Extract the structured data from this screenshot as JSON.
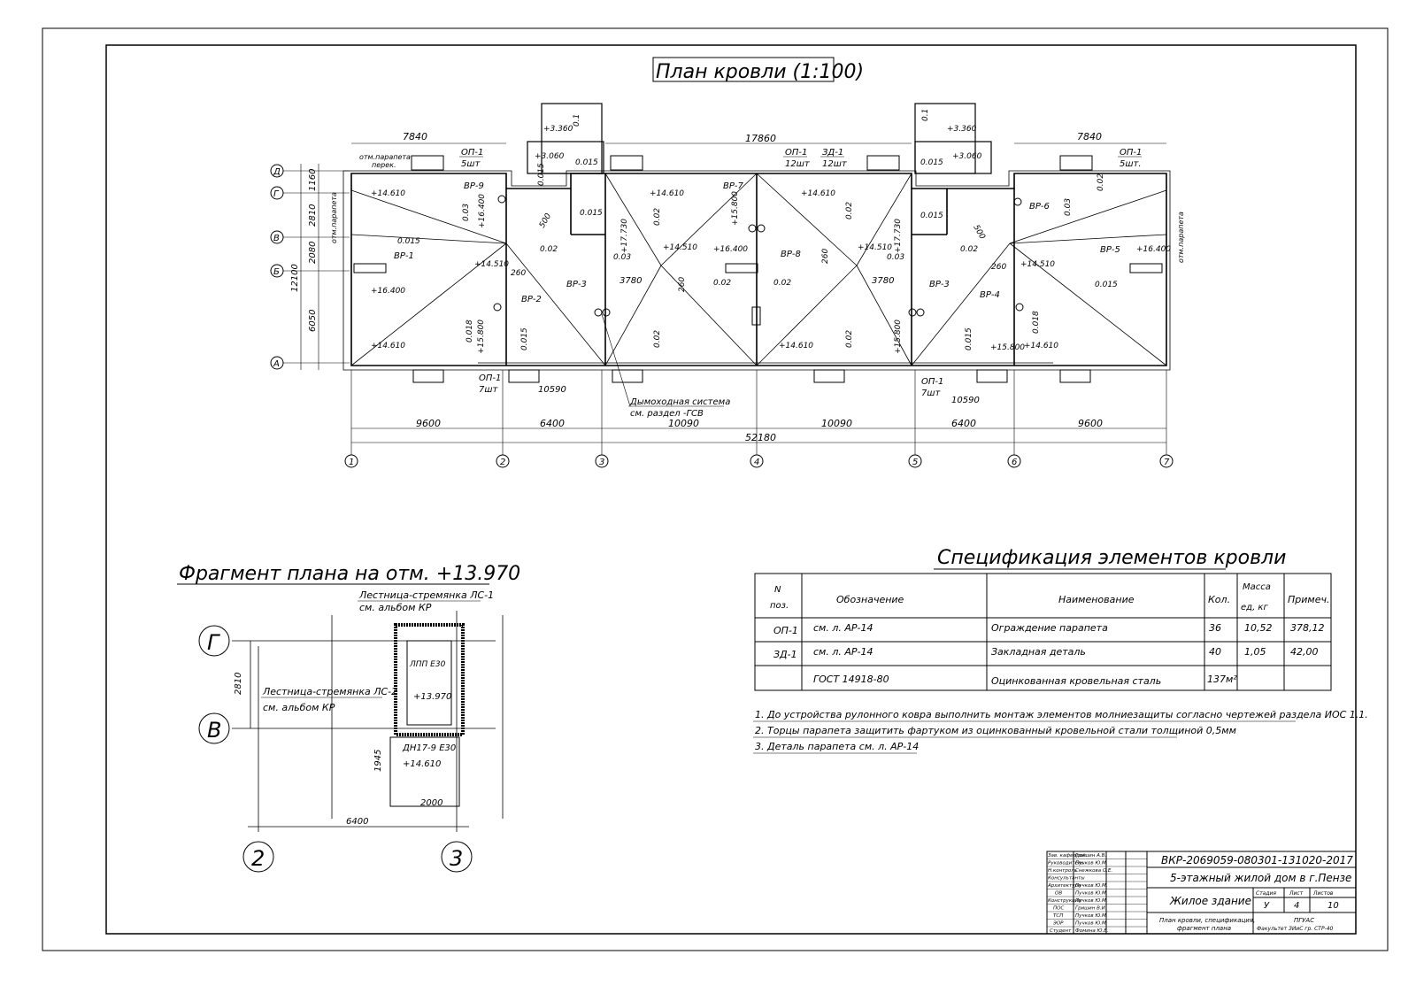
{
  "plan": {
    "title": "План кровли (1:100)",
    "axes_letters": [
      "Д",
      "Г",
      "В",
      "Б",
      "А"
    ],
    "axes_numbers": [
      "1",
      "2",
      "3",
      "4",
      "5",
      "6",
      "7"
    ],
    "dims_bottom": [
      "9600",
      "6400",
      "10090",
      "10090",
      "6400",
      "9600"
    ],
    "dim_total": "52180",
    "dims_left": [
      "1160",
      "2810",
      "2080",
      "6050"
    ],
    "dim_left_total": "12100",
    "dim_top_left": "7840",
    "dim_top_center": "17860",
    "dim_top_right": "7840",
    "dims_inner": [
      "3780",
      "3780",
      "10590",
      "10590"
    ],
    "callouts": {
      "op1_left": "ОП-1",
      "op1_left_qty": "5шт",
      "op1_center": "ОП-1",
      "op1_center_qty": "12шт",
      "zd1_center": "ЗД-1",
      "zd1_center_qty": "12шт",
      "op1_right": "ОП-1",
      "op1_right_qty": "5шт.",
      "op1_bl": "ОП-1",
      "op1_bl_qty": "7шт",
      "op1_br": "ОП-1",
      "op1_br_qty": "7шт",
      "chimney_1": "Дымоходная система",
      "chimney_2": "см. раздел -ГСВ",
      "parapet_1": "отм.парапета",
      "parapet_2": "перек."
    },
    "drains": [
      "ВР-1",
      "ВР-2",
      "ВР-3",
      "ВР-7",
      "ВР-8",
      "ВР-9",
      "ВР-3",
      "ВР-4",
      "ВР-5",
      "ВР-6"
    ],
    "elevations": [
      "+14.610",
      "+14.610",
      "+14.610",
      "+14.610",
      "+14.610",
      "+14.610",
      "+16.400",
      "+16.400",
      "+16.400",
      "+16.400",
      "+14.510",
      "+14.510",
      "+14.510",
      "+14.510",
      "+15.800",
      "+15.800",
      "+15.800",
      "+15.800",
      "+17.730",
      "+17.730",
      "+3.360",
      "+3.360",
      "+3.060",
      "+3.060"
    ],
    "slopes": [
      "0.015",
      "0.015",
      "0.015",
      "0.015",
      "0.015",
      "0.015",
      "0.015",
      "0.015",
      "0.015",
      "0.02",
      "0.02",
      "0.02",
      "0.02",
      "0.02",
      "0.02",
      "0.02",
      "0.02",
      "0.02",
      "0.03",
      "0.03",
      "0.03",
      "0.03",
      "0.018",
      "0.018",
      "0.1",
      "0.1"
    ],
    "small_dims": [
      "500",
      "500",
      "260",
      "260",
      "260",
      "260"
    ]
  },
  "fragment": {
    "title": "Фрагмент плана на отм. +13.970",
    "ladder1_1": "Лестница-стремянка ЛС-1",
    "ladder1_2": "см. альбом КР",
    "ladder2_1": "Лестница-стремянка ЛС-2",
    "ladder2_2": "см. альбом КР",
    "hatch1": "ЛПП Е30",
    "elev1": "+13.970",
    "hatch2": "ДН17-9 Е30",
    "elev2": "+14.610",
    "dim_2810": "2810",
    "dim_1945": "1945",
    "dim_2000": "2000",
    "dim_6400": "6400",
    "axis_g": "Г",
    "axis_v": "В",
    "axis_2": "2",
    "axis_3": "3"
  },
  "spec": {
    "title": "Спецификация элементов кровли",
    "headers": {
      "pos_1": "N",
      "pos_2": "поз.",
      "designation": "Обозначение",
      "name": "Наименование",
      "qty": "Кол.",
      "mass_1": "Масса",
      "mass_2": "ед, кг",
      "note": "Примеч."
    },
    "rows": [
      {
        "pos": "ОП-1",
        "designation": "см. л. АР-14",
        "name": "Ограждение парапета",
        "qty": "36",
        "mass": "10,52",
        "note": "378,12"
      },
      {
        "pos": "ЗД-1",
        "designation": "см. л. АР-14",
        "name": "Закладная деталь",
        "qty": "40",
        "mass": "1,05",
        "note": "42,00"
      },
      {
        "pos": "",
        "designation": "ГОСТ 14918-80",
        "name": "Оцинкованная кровельная сталь",
        "qty": "137м²",
        "mass": "",
        "note": ""
      }
    ]
  },
  "notes": [
    "1. До устройства рулонного ковра выполнить монтаж элементов молниезащиты согласно чертежей раздела ИОС 1.1.",
    "2. Торцы парапета защитить фартуком из оцинкованный кровельной стали толщиной 0,5мм",
    "3. Деталь парапета см. л. АР-14"
  ],
  "stamp": {
    "code": "ВКР-2069059-080301-131020-2017",
    "project": "5-этажный жилой дом в г.Пензе",
    "object": "Жилое здание",
    "stage_label": "Стадия",
    "sheet_label": "Лист",
    "sheets_label": "Листов",
    "stage": "У",
    "sheet": "4",
    "sheets": "10",
    "sheet_title_1": "План кровли, спецификация,",
    "sheet_title_2": "фрагмент плана",
    "org_1": "ПГУАС",
    "org_2": "Факультет ЗИиС гр. СТР-40",
    "roles": [
      "Зав. кафедрой",
      "Руководитель",
      "Н.контроль",
      "Консультанты",
      "Архитектура",
      "ОВ",
      "Конструкции",
      "ПОС",
      "ТСП",
      "ЭОР",
      "Студент"
    ],
    "names": [
      "Гришин А.В.",
      "Пучков Ю.М.",
      "Снежкова О.Е.",
      "",
      "Пучков Ю.М.",
      "Пучков Ю.М.",
      "Пучков Ю.М.",
      "Гришин В.И.",
      "Пучков Ю.М.",
      "Пучков Ю.М.",
      "Фомина Ю.В."
    ]
  }
}
